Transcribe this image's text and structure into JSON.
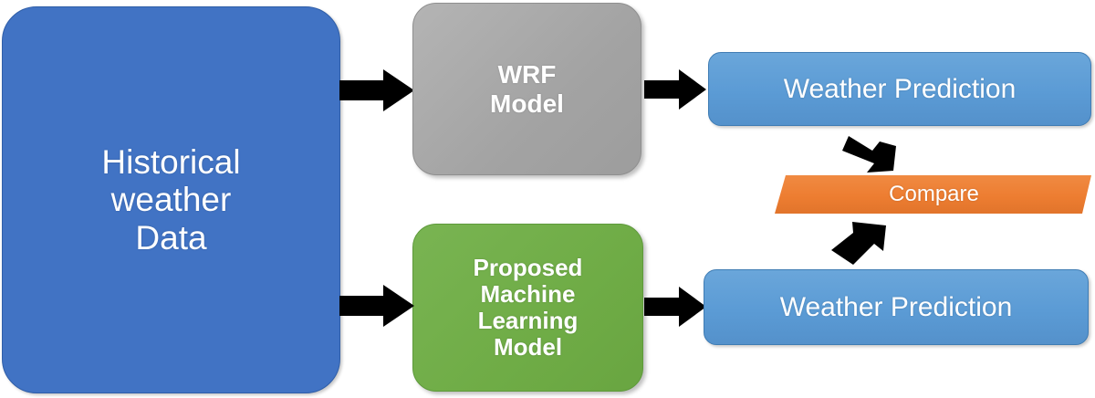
{
  "diagram": {
    "title": "Weather prediction workflow comparison diagram",
    "background_color": "#ffffff",
    "nodes": {
      "historical": {
        "label": "Historical weather Data",
        "lines": [
          "Historical",
          "weather",
          "Data"
        ],
        "color": "#4173c4",
        "shape": "rounded-rectangle"
      },
      "wrf": {
        "label": "WRF Model",
        "lines": [
          "WRF",
          "Model"
        ],
        "color": "#a9a9a9",
        "shape": "rounded-rectangle"
      },
      "ml": {
        "label": "Proposed Machine Learning Model",
        "lines": [
          "Proposed",
          "Machine",
          "Learning",
          "Model"
        ],
        "color": "#70ad47",
        "shape": "rounded-rectangle"
      },
      "prediction_top": {
        "label": "Weather Prediction",
        "color": "#5b9bd5",
        "shape": "rounded-rectangle"
      },
      "prediction_bottom": {
        "label": "Weather Prediction",
        "color": "#5b9bd5",
        "shape": "rounded-rectangle"
      },
      "compare": {
        "label": "Compare",
        "color": "#ed7d31",
        "shape": "chamfered-banner"
      }
    },
    "arrows": [
      {
        "name": "historical-to-wrf",
        "from": "historical",
        "to": "wrf",
        "direction": "right",
        "color": "#000000"
      },
      {
        "name": "wrf-to-prediction-top",
        "from": "wrf",
        "to": "prediction_top",
        "direction": "right",
        "color": "#000000"
      },
      {
        "name": "historical-to-ml",
        "from": "historical",
        "to": "ml",
        "direction": "right",
        "color": "#000000"
      },
      {
        "name": "ml-to-prediction-bottom",
        "from": "ml",
        "to": "prediction_bottom",
        "direction": "right",
        "color": "#000000"
      },
      {
        "name": "prediction-top-to-compare",
        "from": "prediction_top",
        "to": "compare",
        "direction": "down-right",
        "color": "#000000"
      },
      {
        "name": "prediction-bottom-to-compare",
        "from": "prediction_bottom",
        "to": "compare",
        "direction": "up-right",
        "color": "#000000"
      }
    ]
  }
}
